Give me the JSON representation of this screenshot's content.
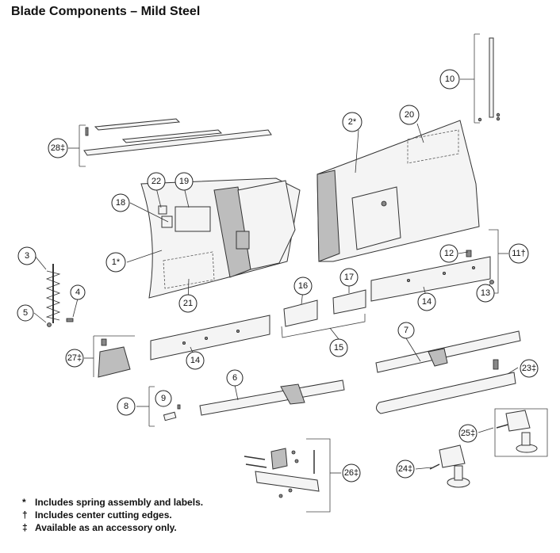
{
  "page": {
    "title": "Blade Components – Mild Steel"
  },
  "callouts": [
    "1*",
    "2*",
    "3",
    "4",
    "5",
    "6",
    "7",
    "8",
    "9",
    "10",
    "11†",
    "12",
    "13",
    "14",
    "14",
    "15",
    "16",
    "17",
    "18",
    "19",
    "20",
    "21",
    "22",
    "23‡",
    "24‡",
    "25‡",
    "26‡",
    "27‡",
    "28‡"
  ],
  "notes": [
    {
      "mark": "*",
      "text": "Includes spring assembly and labels."
    },
    {
      "mark": "†",
      "text": "Includes center cutting edges."
    },
    {
      "mark": "‡",
      "text": "Available as an accessory only."
    }
  ],
  "colors": {
    "line": "#333333",
    "fill": "#f4f4f4",
    "shade": "#bdbdbd"
  }
}
